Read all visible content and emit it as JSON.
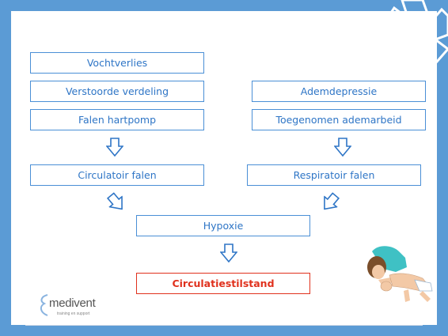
{
  "boxes": {
    "vochtverlies": "Vochtverlies",
    "verstoorde_verdeling": "Verstoorde verdeling",
    "falen_hartpomp": "Falen hartpomp",
    "ademdepressie": "Ademdepressie",
    "toegenomen_ademarbeid": "Toegenomen ademarbeid",
    "circulatoir_falen": "Circulatoir falen",
    "respiratoir_falen": "Respiratoir falen",
    "hypoxie": "Hypoxie",
    "circulatiestilstand": "Circulatiestilstand"
  },
  "logo": {
    "name": "medivent",
    "tagline": "training en support"
  },
  "colors": {
    "frame": "#5b9bd5",
    "box_border": "#4a8fd6",
    "box_text": "#2e75c6",
    "alert": "#e0311d"
  }
}
